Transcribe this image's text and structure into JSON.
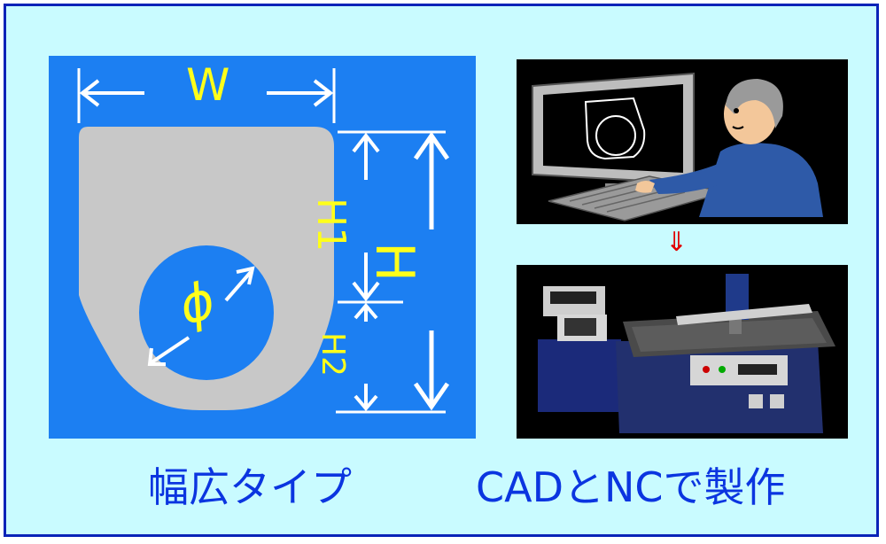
{
  "shape": {
    "width_label": "W",
    "diameter_label": "ϕ",
    "h1_label": "H1",
    "h_label": "H",
    "h2_label": "H2"
  },
  "flow_arrow": "⇓",
  "captions": {
    "left": "幅広タイプ",
    "right": "CADとNCで製作"
  },
  "colors": {
    "frame_bg": "#c9fbff",
    "frame_border": "#0a23b8",
    "panel_bg": "#1c7ff2",
    "shape_fill": "#c8c8c8",
    "label_yellow": "#ffff1a",
    "caption_blue": "#0b35e0",
    "arrow_red": "#e00000"
  }
}
